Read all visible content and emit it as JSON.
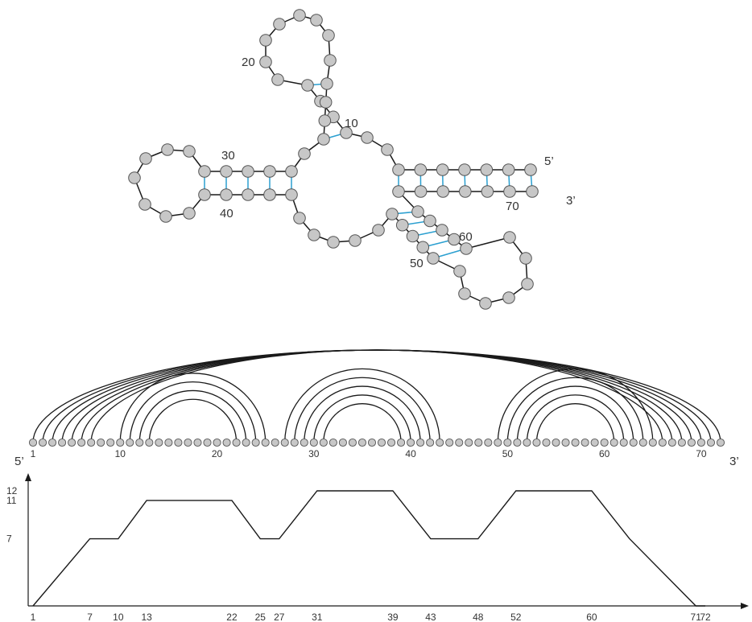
{
  "colors": {
    "backbone": "#1a1a1a",
    "base_pair": "#2a9fd0",
    "nucleotide_fill": "#c7c7c7",
    "nucleotide_stroke": "#555555",
    "text": "#333333"
  },
  "sequence_length": 72,
  "base_pairs": [
    [
      1,
      72
    ],
    [
      2,
      71
    ],
    [
      3,
      70
    ],
    [
      4,
      69
    ],
    [
      5,
      68
    ],
    [
      6,
      67
    ],
    [
      7,
      66
    ],
    [
      10,
      25
    ],
    [
      11,
      24
    ],
    [
      12,
      23
    ],
    [
      13,
      22
    ],
    [
      27,
      43
    ],
    [
      28,
      42
    ],
    [
      29,
      41
    ],
    [
      30,
      40
    ],
    [
      31,
      39
    ],
    [
      49,
      65
    ],
    [
      50,
      64
    ],
    [
      51,
      63
    ],
    [
      52,
      62
    ],
    [
      53,
      61
    ]
  ],
  "secondary_structure": {
    "labels": [
      {
        "id": "n10",
        "text": "10"
      },
      {
        "id": "n20",
        "text": "20"
      },
      {
        "id": "n30",
        "text": "30"
      },
      {
        "id": "n40",
        "text": "40"
      },
      {
        "id": "n50",
        "text": "50"
      },
      {
        "id": "n60",
        "text": "60"
      },
      {
        "id": "n70",
        "text": "70"
      }
    ],
    "five_prime": "5’",
    "three_prime": "3’"
  },
  "arc_diagram": {
    "index_labels": [
      "1",
      "10",
      "20",
      "30",
      "40",
      "50",
      "60",
      "70"
    ],
    "five_prime": "5’",
    "three_prime": "3’"
  },
  "chart_data": {
    "type": "line",
    "x": [
      1,
      7,
      10,
      13,
      22,
      25,
      27,
      31,
      39,
      43,
      48,
      52,
      60,
      64,
      71,
      72
    ],
    "y": [
      0,
      7,
      7,
      11,
      11,
      7,
      7,
      12,
      12,
      7,
      7,
      12,
      12,
      7,
      0,
      0
    ],
    "xlim": [
      1,
      72
    ],
    "ylim": [
      0,
      12
    ],
    "x_tick_labels": [
      "1",
      "7",
      "10",
      "13",
      "22",
      "25",
      "27",
      "31",
      "39",
      "43",
      "48",
      "52",
      "60",
      "71",
      "72"
    ],
    "y_tick_labels": [
      "7",
      "11",
      "12"
    ]
  }
}
